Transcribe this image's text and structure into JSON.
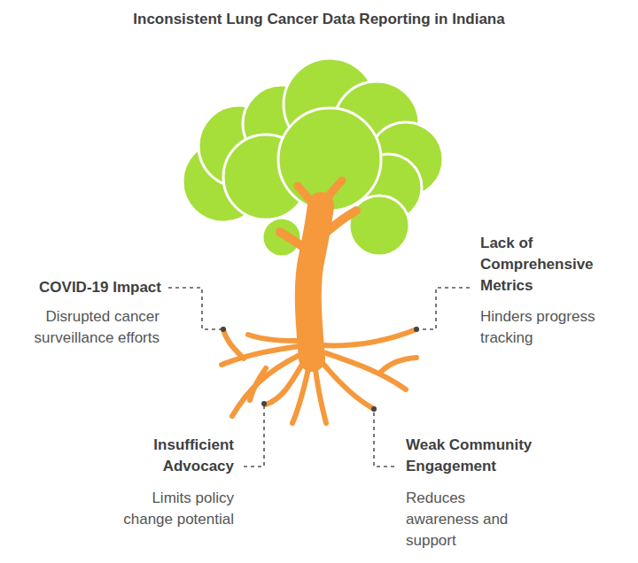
{
  "diagram": {
    "title": "Inconsistent Lung Cancer Data Reporting in Indiana",
    "labels": [
      "COVID-19 Impact",
      "Disrupted cancer surveillance efforts",
      "Lack of Comprehensive Metrics",
      "Hinders progress tracking",
      "Insufficient Advocacy",
      "Limits policy change potential",
      "Weak Community Engagement",
      "Reduces awareness and support"
    ]
  }
}
